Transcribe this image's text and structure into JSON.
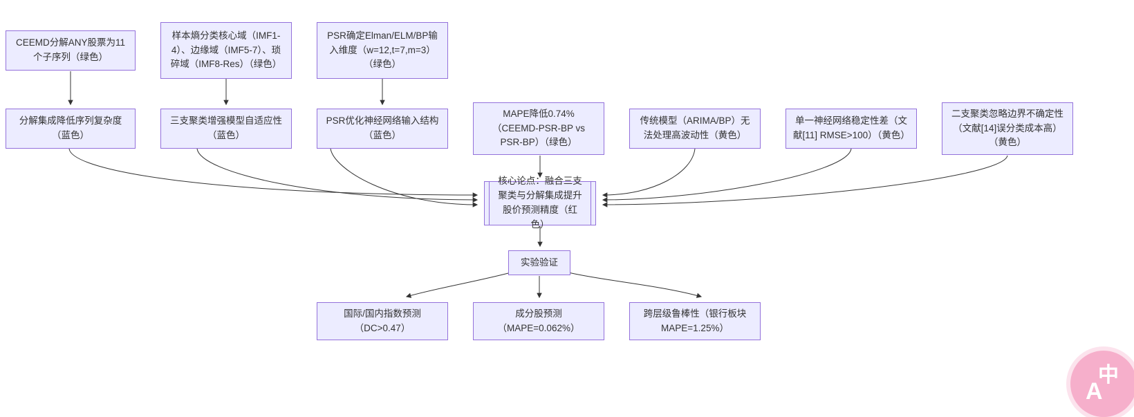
{
  "diagram": {
    "type": "flowchart",
    "colors": {
      "node_fill": "#ECECFF",
      "node_border": "#9370DB",
      "text": "#333333",
      "arrow": "#333333",
      "background": "#FFFFFF"
    },
    "nodes": {
      "ceemd": {
        "label": "CEEMD分解ANY股票为11个子序列（绿色）"
      },
      "entropy": {
        "label": "样本熵分类核心域（IMF1-4）、边缘域（IMF5-7）、琐碎域（IMF8-Res）（绿色）"
      },
      "psrin": {
        "label": "PSR确定Elman/ELM/BP输入维度（w=12,t=7,m=3）（绿色）"
      },
      "decomp": {
        "label": "分解集成降低序列复杂度（蓝色）"
      },
      "threeway": {
        "label": "三支聚类增强模型自适应性（蓝色）"
      },
      "psropt": {
        "label": "PSR优化神经网络输入结构（蓝色）"
      },
      "mape": {
        "label": "MAPE降低0.74%（CEEMD-PSR-BP vs PSR-BP）（绿色）"
      },
      "trad": {
        "label": "传统模型（ARIMA/BP）无法处理高波动性（黄色）"
      },
      "singlenn": {
        "label": "单一神经网络稳定性差（文献[11] RMSE>100）（黄色）"
      },
      "twoway": {
        "label": "二支聚类忽略边界不确定性（文献[14]误分类成本高）（黄色）"
      },
      "core": {
        "label": "核心论点：融合三支聚类与分解集成提升股价预测精度（红色）"
      },
      "exp": {
        "label": "实验验证"
      },
      "index": {
        "label": "国际/国内指数预测（DC>0.47）"
      },
      "stock": {
        "label": "成分股预测（MAPE=0.062%）"
      },
      "robust": {
        "label": "跨层级鲁棒性（银行板块 MAPE=1.25%）"
      }
    },
    "edges": [
      {
        "from": "ceemd",
        "to": "decomp"
      },
      {
        "from": "entropy",
        "to": "threeway"
      },
      {
        "from": "psrin",
        "to": "psropt"
      },
      {
        "from": "decomp",
        "to": "core"
      },
      {
        "from": "threeway",
        "to": "core"
      },
      {
        "from": "psropt",
        "to": "core"
      },
      {
        "from": "mape",
        "to": "core"
      },
      {
        "from": "trad",
        "to": "core"
      },
      {
        "from": "singlenn",
        "to": "core"
      },
      {
        "from": "twoway",
        "to": "core"
      },
      {
        "from": "core",
        "to": "exp"
      },
      {
        "from": "exp",
        "to": "index"
      },
      {
        "from": "exp",
        "to": "stock"
      },
      {
        "from": "exp",
        "to": "robust"
      }
    ]
  },
  "badge": {
    "zh": "中",
    "en": "A",
    "background": "#F6AFCB"
  }
}
